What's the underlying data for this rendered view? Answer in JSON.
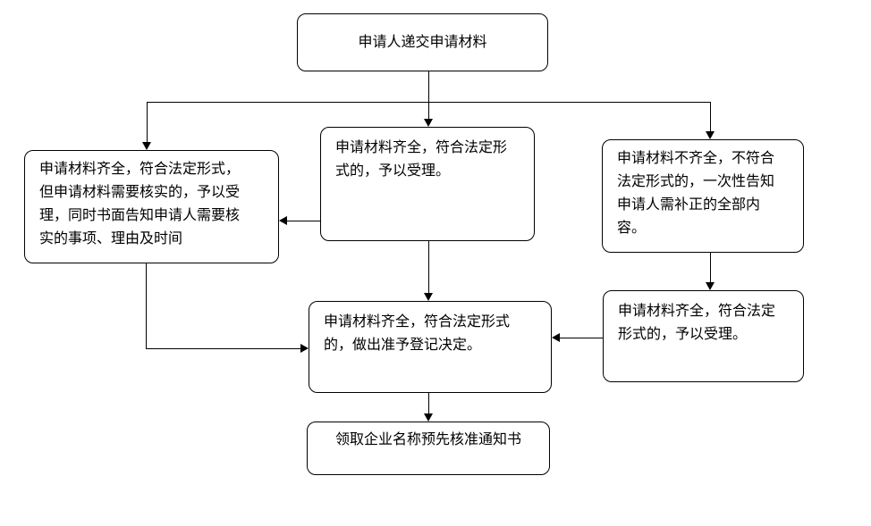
{
  "diagram": {
    "type": "flowchart",
    "colors": {
      "node_border": "#000000",
      "node_fill": "#ffffff",
      "text": "#000000",
      "connector": "#000000",
      "background": "#ffffff"
    },
    "nodes": {
      "start": {
        "label": "申请人递交申请材料"
      },
      "verify": {
        "label": "申请材料齐全，符合法定形式，\n但申请材料需要核实的，予以受\n理，同时书面告知申请人需要核\n实的事项、理由及时间"
      },
      "accept": {
        "label": "申请材料齐全，符合法定形\n式的，予以受理。"
      },
      "incomplete": {
        "label": "申请材料不齐全，不符合\n法定形式的，一次性告知\n申请人需补正的全部内\n容。"
      },
      "accept2": {
        "label": "申请材料齐全，符合法定\n形式的，予以受理。"
      },
      "decision": {
        "label": "申请材料齐全，符合法定形式\n的，做出准予登记决定。"
      },
      "finish": {
        "label": "领取企业名称预先核准通知书"
      }
    },
    "edges": [
      {
        "from": "start",
        "to": "verify"
      },
      {
        "from": "start",
        "to": "accept"
      },
      {
        "from": "start",
        "to": "incomplete"
      },
      {
        "from": "accept",
        "to": "verify"
      },
      {
        "from": "accept",
        "to": "decision"
      },
      {
        "from": "incomplete",
        "to": "accept2"
      },
      {
        "from": "accept2",
        "to": "decision"
      },
      {
        "from": "verify",
        "to": "decision"
      },
      {
        "from": "decision",
        "to": "finish"
      }
    ]
  }
}
